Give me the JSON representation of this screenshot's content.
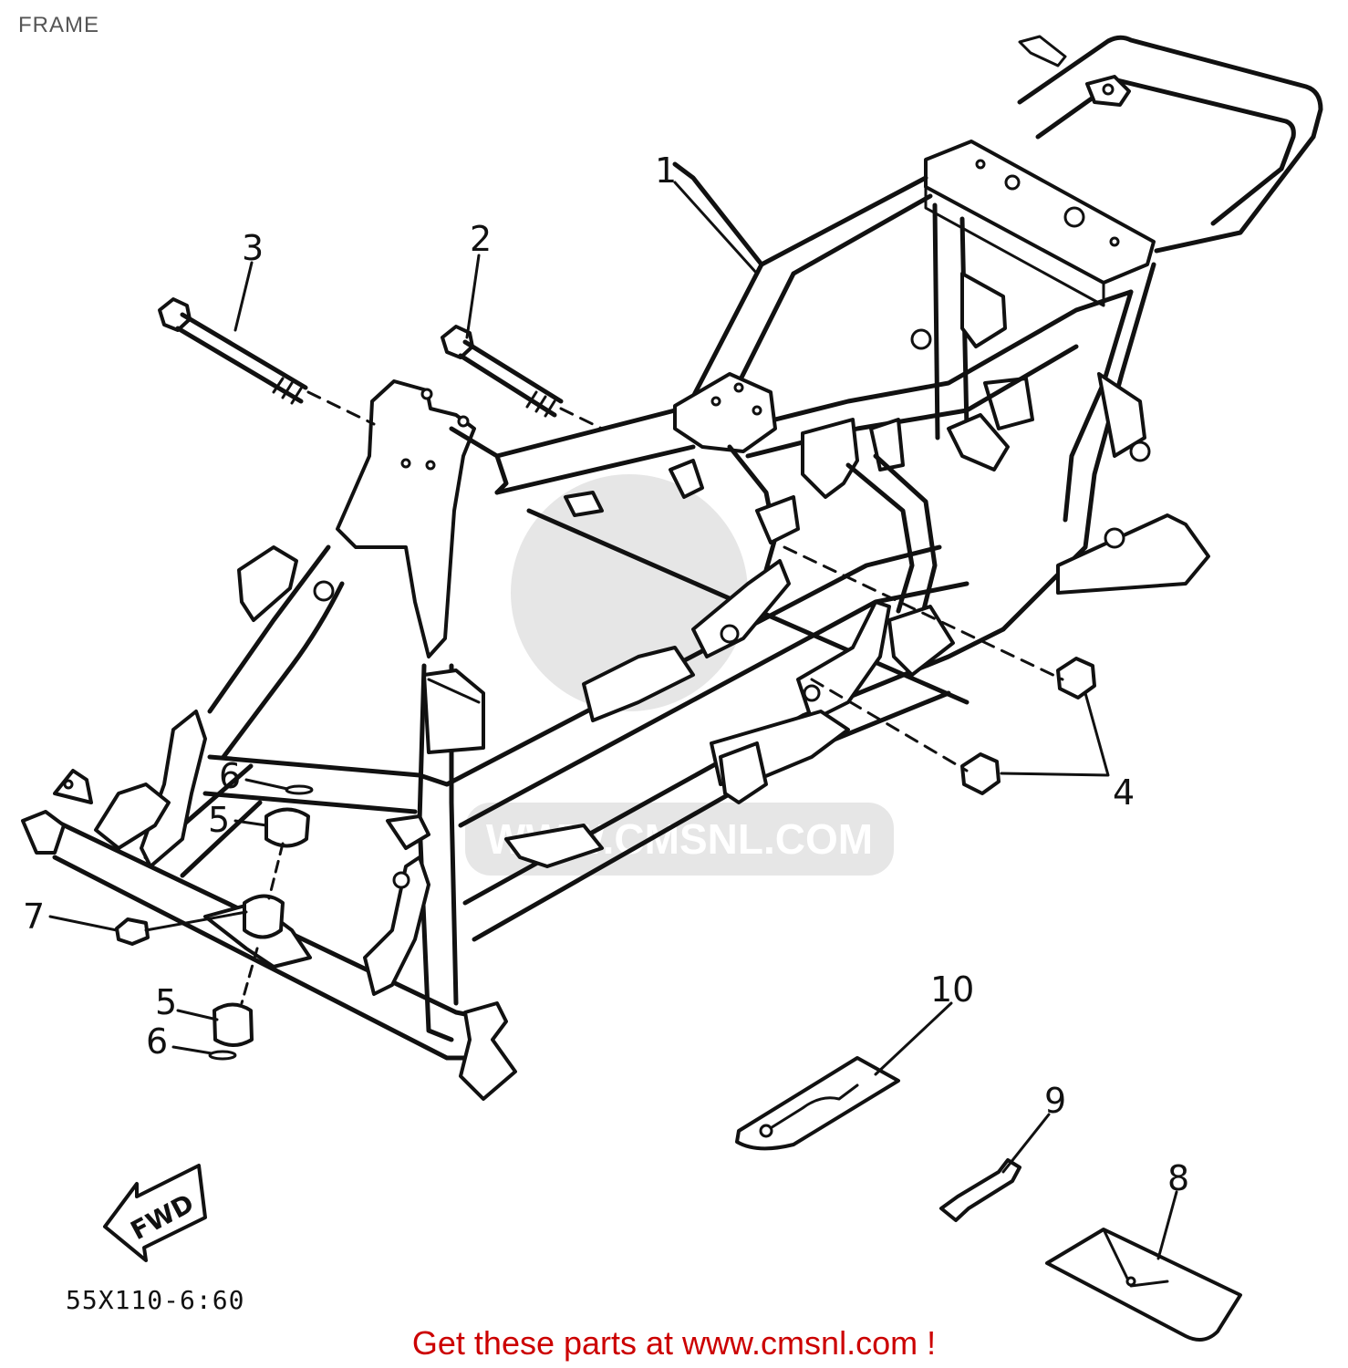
{
  "page": {
    "title": "FRAME"
  },
  "diagram": {
    "drawing_code": "55X110-6:60",
    "fwd_label": "FWD",
    "callouts": [
      "1",
      "2",
      "3",
      "4",
      "5",
      "5",
      "6",
      "6",
      "7",
      "8",
      "9",
      "10"
    ],
    "watermark": "CMS",
    "watermark_url": "WWW.CMSNL.COM"
  },
  "footer": {
    "link_text": "Get these parts at www.cmsnl.com !",
    "color": "#cc0000"
  }
}
